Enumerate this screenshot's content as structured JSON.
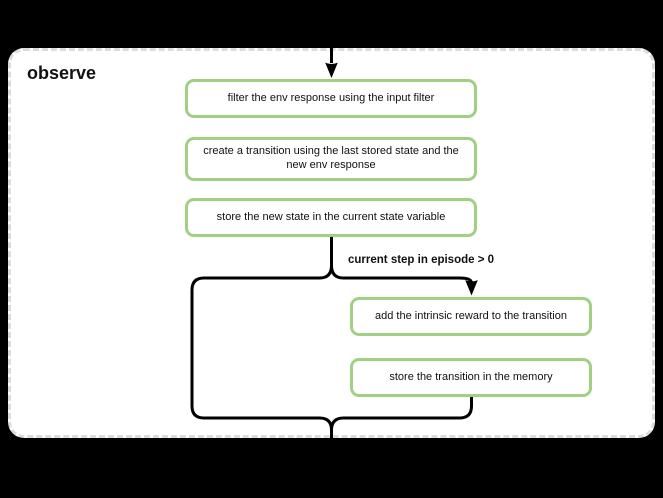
{
  "page": {
    "background_color": "#000000"
  },
  "cluster": {
    "label": "observe",
    "background_color": "#ffffff",
    "border_color": "#dcdcdc"
  },
  "theme": {
    "node_border_color": "#a0d083",
    "node_fill_color": "#ffffff",
    "edge_color": "#000000",
    "text_color": "#111111"
  },
  "nodes": [
    {
      "label": "filter the env response using the input filter"
    },
    {
      "label": "create a transition using the last stored state and the new env response"
    },
    {
      "label": "store the new state in the current state variable"
    },
    {
      "label": "add the intrinsic reward to the transition"
    },
    {
      "label": "store the transition in the memory"
    }
  ],
  "edge_label": {
    "text": "current step in episode > 0"
  }
}
